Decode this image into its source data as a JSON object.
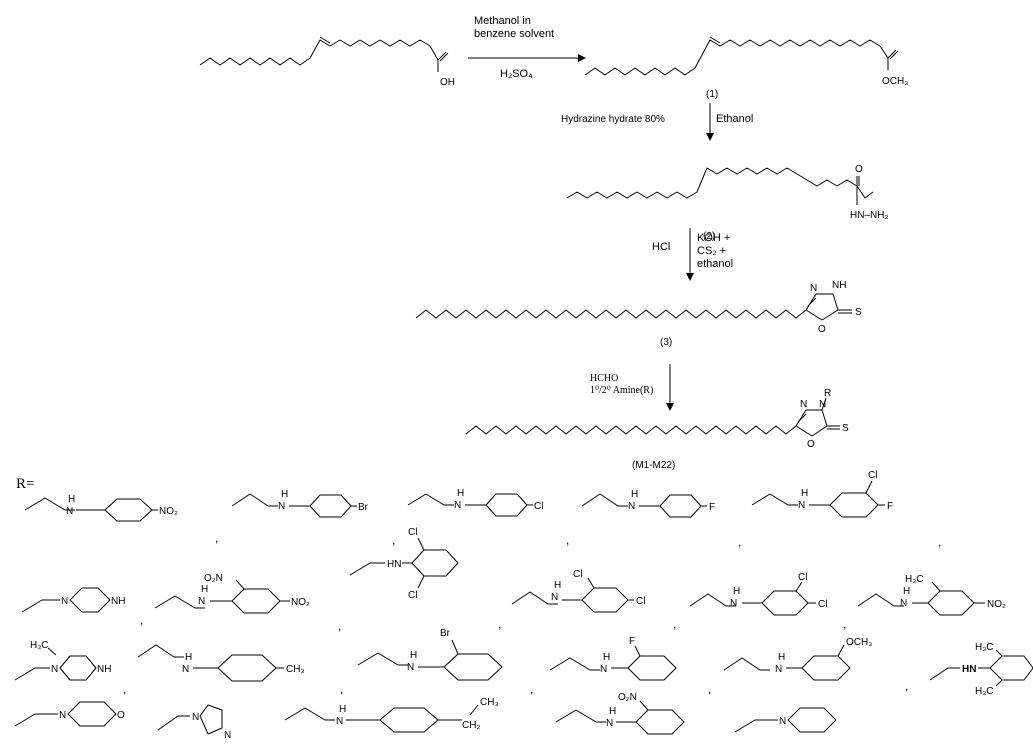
{
  "reaction1": {
    "reagent_top": [
      "Methanol in",
      "benzene solvent"
    ],
    "reagent_bottom": "H₂SO₄",
    "acid_oh": "OH",
    "ester_och3": "OCH₃",
    "product_label": "(1)"
  },
  "reaction2": {
    "reagent_left": "Hydrazine hydrate 80%",
    "reagent_right": "Ethanol",
    "hydrazide_group": "HN–NH₂",
    "product_label": "(2)"
  },
  "reaction3": {
    "reagent_left": "HCl",
    "reagent_right": [
      "KOH +",
      "CS₂ +",
      "ethanol"
    ],
    "ring_n": "N",
    "ring_nh": "NH",
    "ring_o": "O",
    "ring_s": "S",
    "product_label": "(3)"
  },
  "reaction4": {
    "reagent_top": "HCHO",
    "reagent_bottom": "1⁰/2⁰ Amine(R)",
    "ring_n1": "N",
    "ring_n2": "N",
    "ring_r": "R",
    "ring_o": "O",
    "ring_s": "S",
    "product_label": "(M1-M22)"
  },
  "substituents": {
    "heading": "R=",
    "separator": ",",
    "atoms": {
      "nh": "H",
      "n": "N",
      "hn": "HN",
      "o": "O",
      "no2": "NO₂",
      "o2n": "O₂N",
      "br": "Br",
      "cl": "Cl",
      "f": "F",
      "ch3": "CH₃",
      "h3c": "H₃C",
      "och3": "OCH₃",
      "ch2": "CH₂",
      "nh_ring": "NH"
    }
  }
}
